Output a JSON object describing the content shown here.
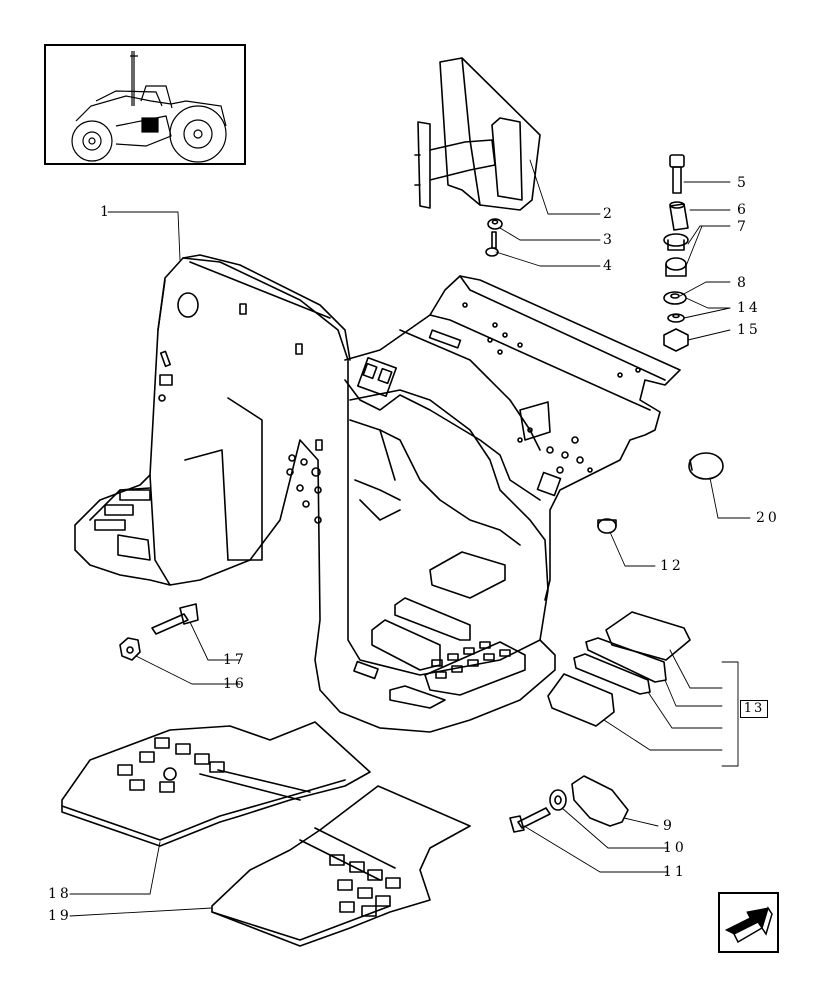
{
  "callouts": {
    "p1": "1",
    "p2": "2",
    "p3": "3",
    "p4": "4",
    "p5": "5",
    "p6": "6",
    "p7": "7",
    "p8": "8",
    "p9": "9",
    "p10": "10",
    "p11": "11",
    "p12": "12",
    "p13": "13",
    "p14": "14",
    "p15": "15",
    "p16": "16",
    "p17": "17",
    "p18": "18",
    "p19": "19",
    "p20": "20"
  },
  "icons": {
    "thumbnail": "tractor-thumbnail-icon",
    "navigation": "arrow-back-icon"
  }
}
